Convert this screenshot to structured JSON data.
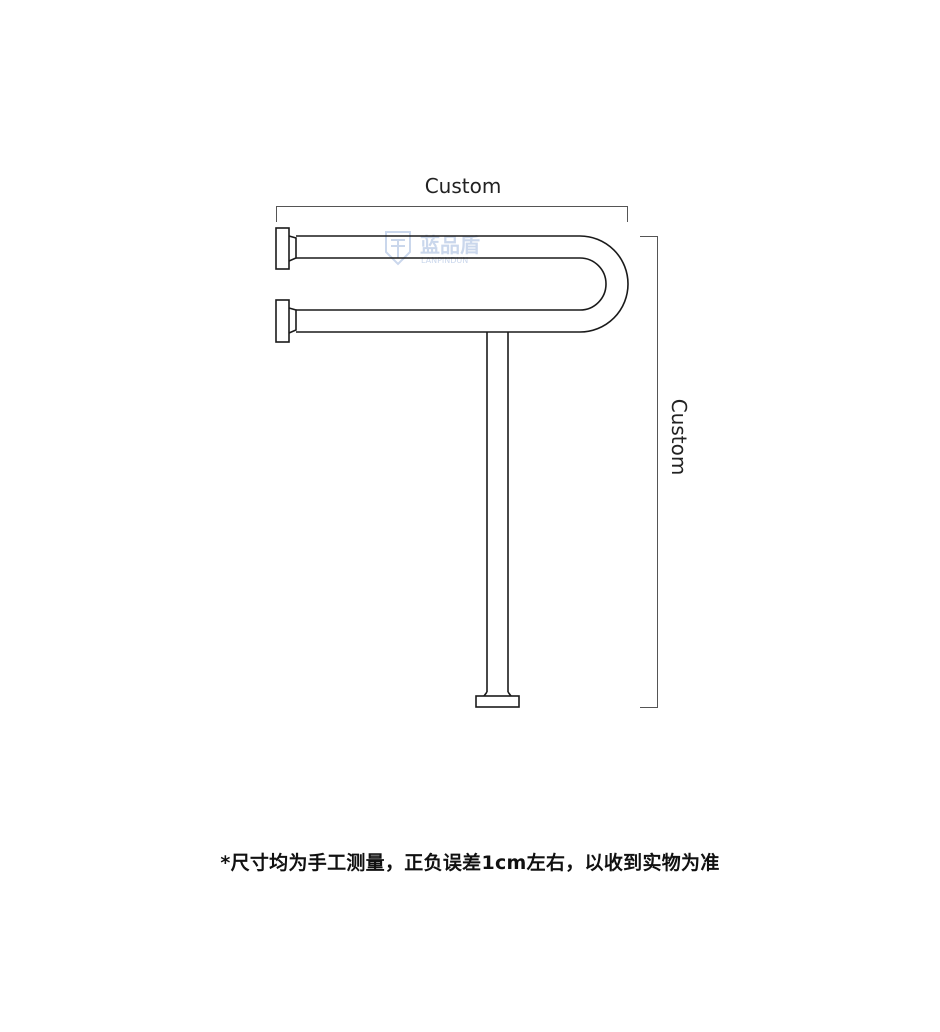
{
  "dimensions": {
    "width_label": "Custom",
    "height_label": "Custom"
  },
  "watermark": {
    "brand_cn": "蓝品盾",
    "brand_pinyin": "LANPINDUN",
    "color": "#c5d3ea"
  },
  "footnote": "*尺寸均为手工测量，正负误差1cm左右，以收到实物为准",
  "colors": {
    "line": "#1a1a1a",
    "dimension_line": "#555555"
  }
}
